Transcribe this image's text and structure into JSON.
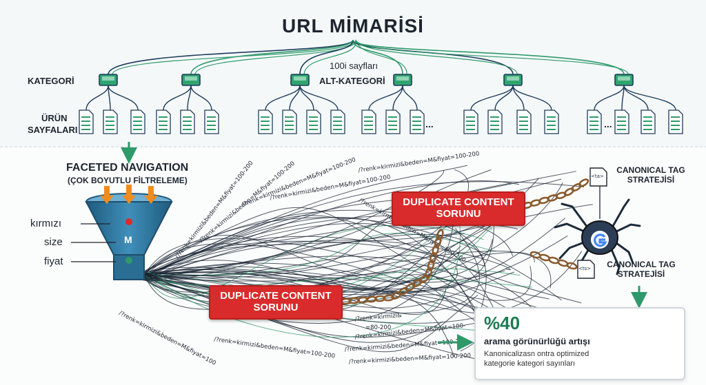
{
  "title": "URL MİMARİSİ",
  "hierarchy": {
    "category_label": "KATEGORİ",
    "subcategory_label": "ALT-KATEGORİ",
    "pages_note": "100i sayfları",
    "product_label_line1": "ÜRÜN",
    "product_label_line2": "SAYFALARI",
    "ellipsis": "..."
  },
  "faceted": {
    "title": "FACETED NAVIGATION",
    "subtitle": "(ÇOK BOYUTLU FİLTRELEME)",
    "filters": [
      "kırmızı",
      "size",
      "fiyat"
    ],
    "funnel_letter": "M"
  },
  "problems": {
    "duplicate_top_line1": "DUPLICATE CONTENT",
    "duplicate_top_line2": "SORUNU",
    "duplicate_bottom_line1": "DUPLICATE CONTENT",
    "duplicate_bottom_line2": "SORUNU"
  },
  "url_params": [
    "/?renk=kirmizi&beden=M&fiyat=100-200",
    "/?renk=kirmizi&beden=M&fiyat=100-200",
    "/?renk=kirmizi&beden=M&fiyat=100-200",
    "/?renk=kirmizi&beden=M&fiyat=100-200",
    "/?renk=kirmizi&beden=M&fiyat=100",
    "/?renk=kirmizi&beden=M&fiyat=100-200",
    "/?renk=kirmizi&beden=M&fiyat=100-200",
    "/?renk=kirmizi&",
    "=80-200",
    "/?renk=kirmizi&beden=M&fiyat=100-",
    "/?renk=kirmizi&beden=M&fiyat=100-200",
    "/?renk=kirmizi&beden=M&fiyat=100-200",
    "/?renk=kirmizi&beden=M&fiyat=100-200"
  ],
  "canonical": {
    "top_line1": "CANONICAL TAG",
    "top_line2": "STRATEJİSİ",
    "bottom_line1": "CANONICAL TAG",
    "bottom_line2": "STRATEJİSİ",
    "tag_top": "<ta>",
    "tag_bottom": "<ts>",
    "google_letter": "G"
  },
  "result": {
    "percent": "%40",
    "headline": "arama görünürlüğü artışı",
    "desc_line1": "Kanonicalizasn ontra optimized",
    "desc_line2": "kategorie kategori sayınları"
  },
  "colors": {
    "green": "#2e9a6a",
    "navy": "#1d3b5c",
    "red": "#d92b2b",
    "chain": "#8a5a2e",
    "funnel": "#2e6f94"
  }
}
